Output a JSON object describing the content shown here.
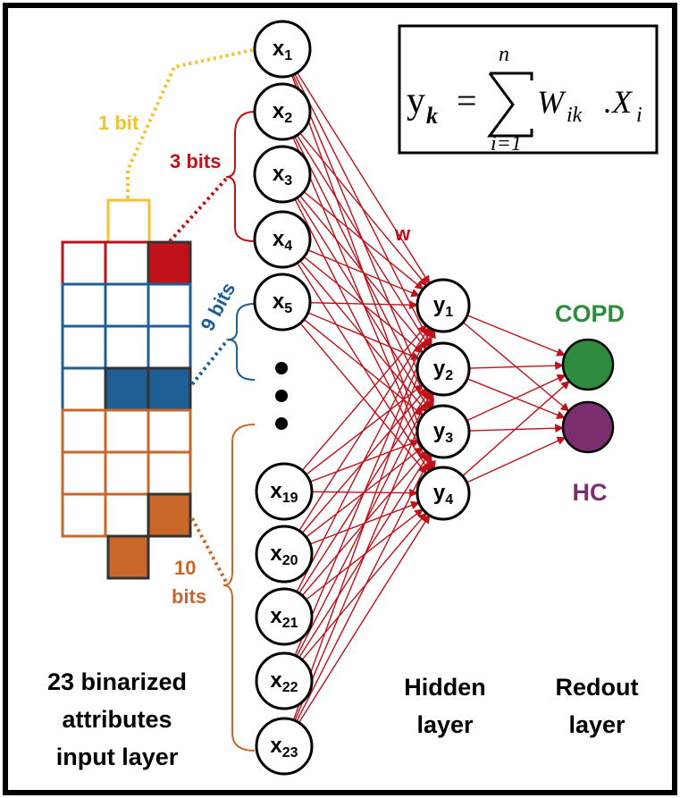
{
  "formula": {
    "lhs": "y",
    "lhs_sub": "k",
    "equals": "=",
    "sum_top": "n",
    "sum_bottom": "i=1",
    "term": "W",
    "term_sub": "ik",
    "dot": ".",
    "term2": "X",
    "term2_sub": "i"
  },
  "bit_labels": {
    "one": "1 bit",
    "three": "3 bits",
    "nine": "9 bits",
    "ten_a": "10",
    "ten_b": "bits"
  },
  "weight_label": "w",
  "input_nodes": [
    {
      "base": "x",
      "sub": "1"
    },
    {
      "base": "x",
      "sub": "2"
    },
    {
      "base": "x",
      "sub": "3"
    },
    {
      "base": "x",
      "sub": "4"
    },
    {
      "base": "x",
      "sub": "5"
    },
    {
      "base": "x",
      "sub": "19"
    },
    {
      "base": "x",
      "sub": "20"
    },
    {
      "base": "x",
      "sub": "21"
    },
    {
      "base": "x",
      "sub": "22"
    },
    {
      "base": "x",
      "sub": "23"
    }
  ],
  "hidden_nodes": [
    {
      "base": "y",
      "sub": "1"
    },
    {
      "base": "y",
      "sub": "2"
    },
    {
      "base": "y",
      "sub": "3"
    },
    {
      "base": "y",
      "sub": "4"
    }
  ],
  "outputs": [
    {
      "label": "COPD",
      "color": "#2e8b3e"
    },
    {
      "label": "HC",
      "color": "#7b2d6e"
    }
  ],
  "captions": {
    "input_1": "23 binarized",
    "input_2": "attributes",
    "input_3": "input layer",
    "hidden_1": "Hidden",
    "hidden_2": "layer",
    "readout_1": "Redout",
    "readout_2": "layer"
  },
  "colors": {
    "yellow": "#f5c12e",
    "red": "#c0101a",
    "blue": "#1f5f95",
    "orange": "#c9672a",
    "connection": "#c0101a"
  }
}
